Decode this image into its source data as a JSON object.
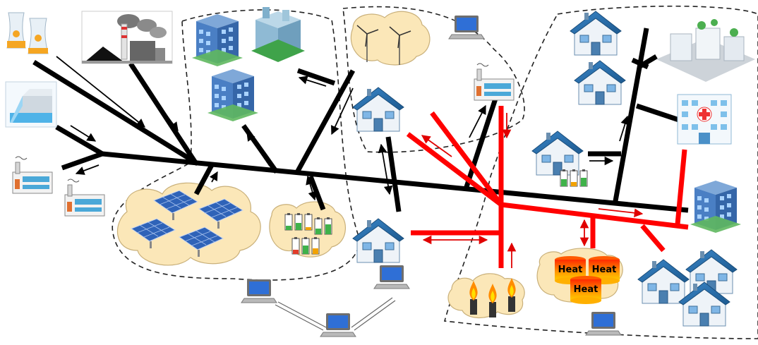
{
  "storage_labels": {
    "heat_1": "Heat",
    "heat_2": "Heat",
    "heat_3": "Heat"
  },
  "colors": {
    "electric_line": "#000000",
    "heat_line": "#ff0000",
    "cloud_fill": "#fbe7b8",
    "cloud_stroke": "#c9b07a",
    "building_blue": "#5a8fd6",
    "house_roof": "#2a6ea8",
    "heat_tank": "#ff8a00",
    "flame": "#ff9900"
  }
}
